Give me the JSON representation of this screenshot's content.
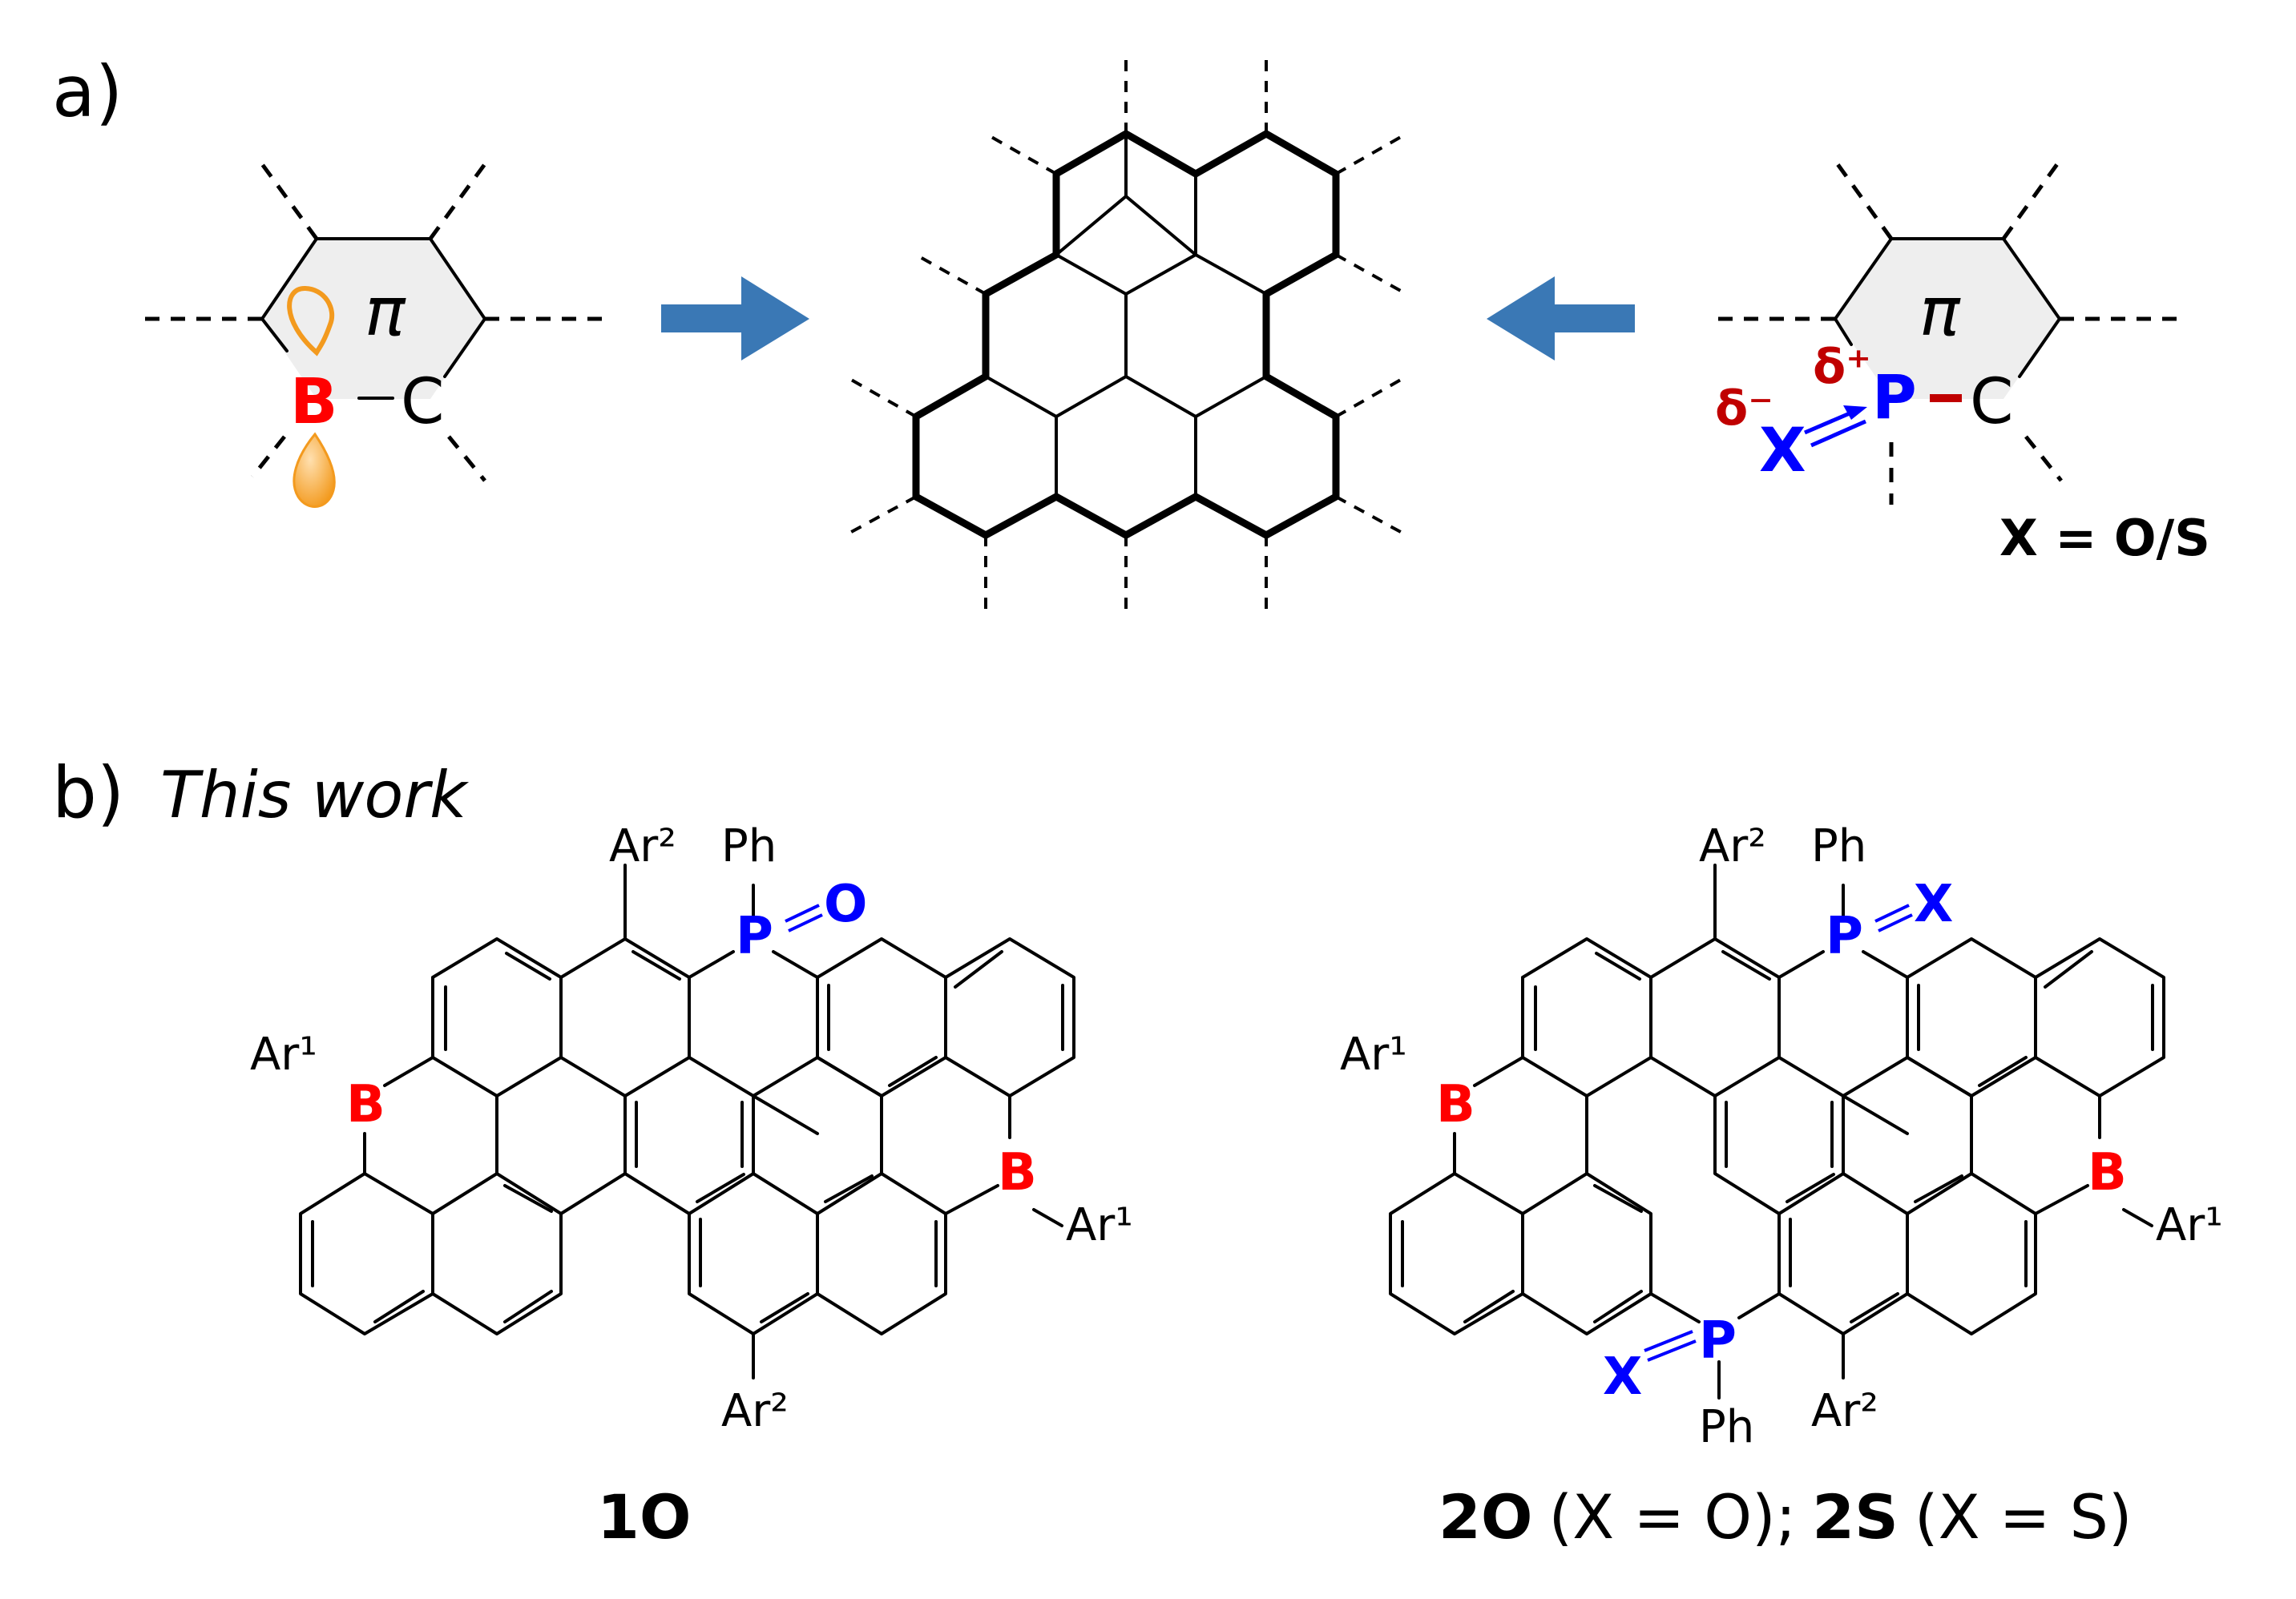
{
  "panel_a": {
    "label": "a)",
    "boron_unit": {
      "b_label": "B",
      "c_label": "C",
      "pi_label": "π",
      "bond_label": "–"
    },
    "graphene": {},
    "phosphorus_unit": {
      "p_label": "P",
      "c_label": "C",
      "x_label": "X",
      "pi_label": "π",
      "delta_minus": "δ⁻",
      "delta_plus": "δ⁺",
      "x_definition": "X = O/S"
    }
  },
  "panel_b": {
    "label": "b)",
    "heading": "This work",
    "molecule_1": {
      "ar2_top": "Ar²",
      "ph": "Ph",
      "p": "P",
      "o": "O",
      "ar1_left": "Ar¹",
      "b_left": "B",
      "b_right": "B",
      "ar1_right": "Ar¹",
      "ar2_bottom": "Ar²",
      "caption": "1O"
    },
    "molecule_2": {
      "ar2_top": "Ar²",
      "ph_top": "Ph",
      "p_top": "P",
      "x_top": "X",
      "ar1_left": "Ar¹",
      "b_left": "B",
      "b_right": "B",
      "ar1_right": "Ar¹",
      "x_bottom": "X",
      "p_bottom": "P",
      "ph_bottom": "Ph",
      "ar2_bottom": "Ar²",
      "caption_bold_1": "2O",
      "caption_text_1": "(X = O);",
      "caption_bold_2": "2S",
      "caption_text_2": "(X = S)"
    }
  },
  "colors": {
    "boron": "#ff0000",
    "phosphorus": "#0000ff",
    "delta": "#c00000",
    "arrow": "#3a78b5",
    "orbital": "#f39a1e",
    "ring_fill": "#eeeeee"
  }
}
